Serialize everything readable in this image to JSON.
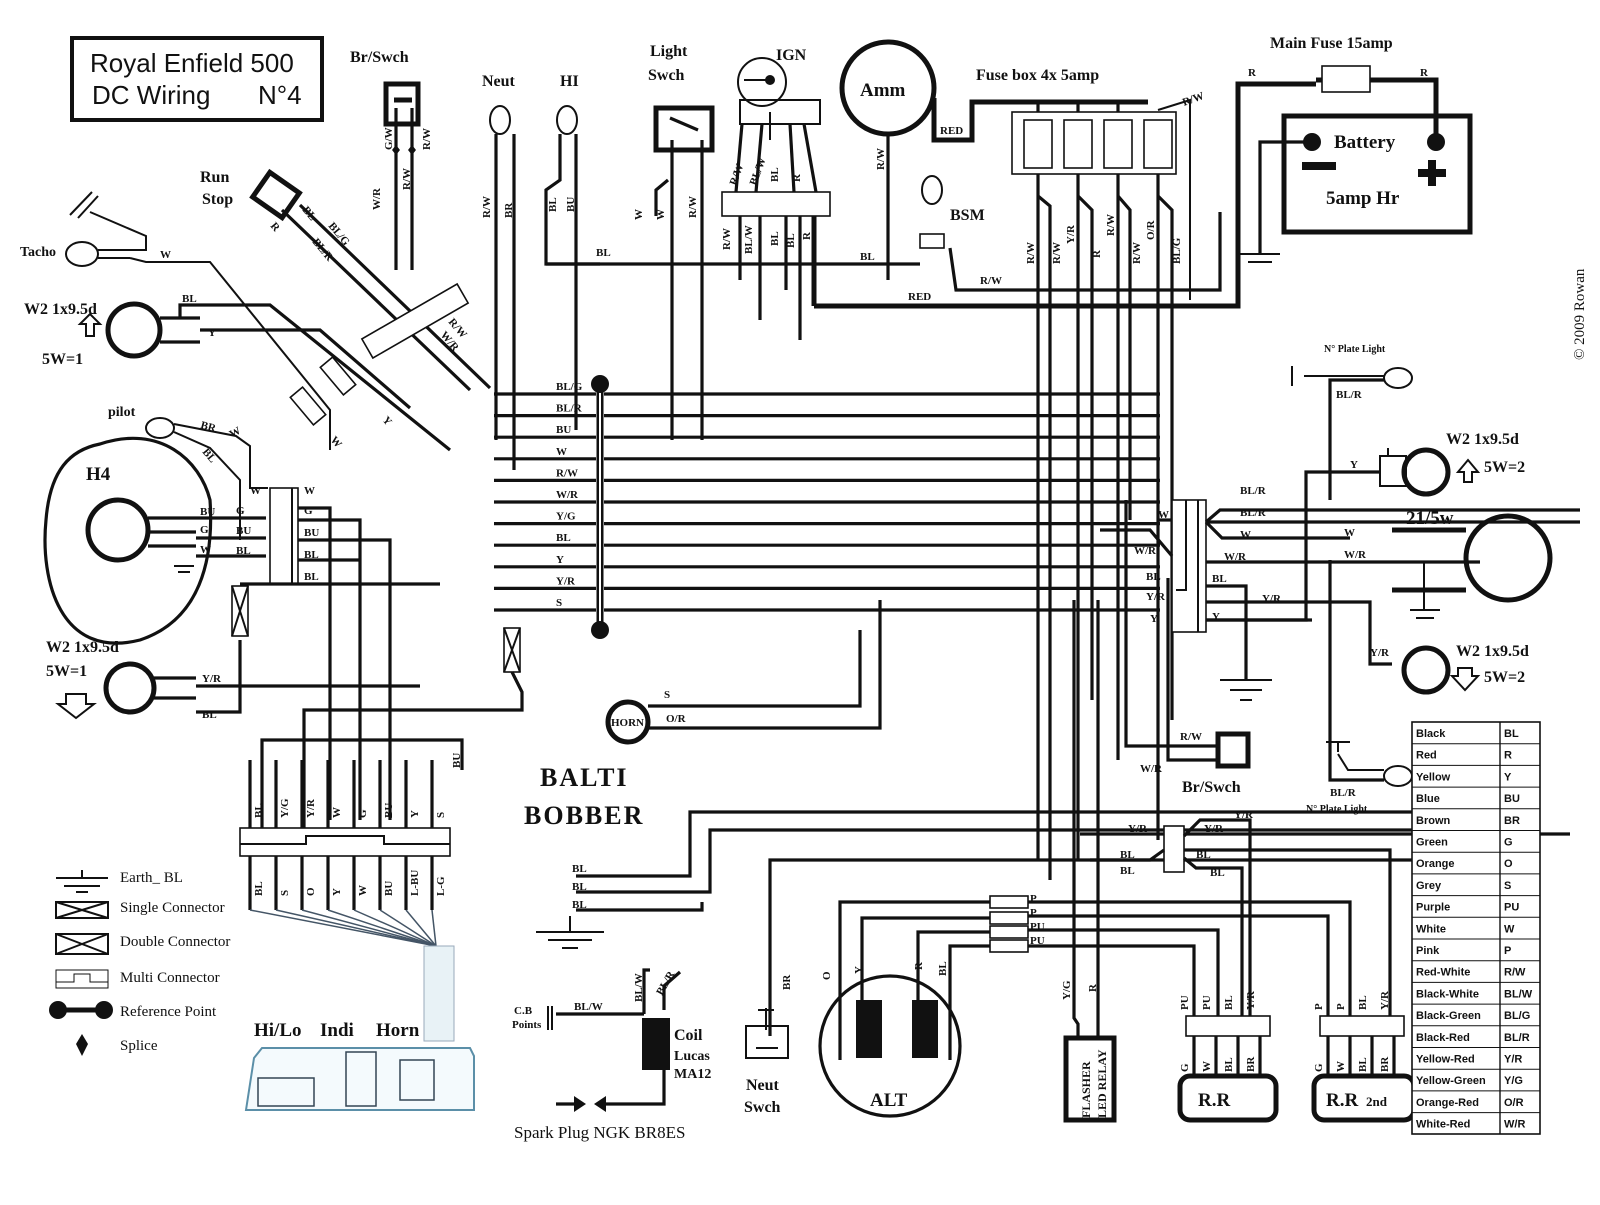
{
  "title": {
    "line1": "Royal Enfield 500",
    "line2_left": "DC Wiring",
    "line2_right": "N°4"
  },
  "watermark": "BALTI",
  "watermark2": "BOBBER",
  "copyright": "© 2009 Rowan",
  "components": {
    "br_swch_front": "Br/Swch",
    "run_stop_1": "Run",
    "run_stop_2": "Stop",
    "tacho": "Tacho",
    "w2_front_left_top": "W2 1x9.5d",
    "w2_front_left_top_rating": "5W=1",
    "pilot": "pilot",
    "h4": "H4",
    "w2_front_left_bottom": "W2 1x9.5d",
    "w2_front_left_bottom_rating": "5W=1",
    "neut": "Neut",
    "hi": "HI",
    "light_swch_1": "Light",
    "light_swch_2": "Swch",
    "ign": "IGN",
    "amm": "Amm",
    "fuse_box": "Fuse box 4x 5amp",
    "main_fuse": "Main Fuse 15amp",
    "battery": "Battery",
    "battery_capacity": "5amp Hr",
    "bsm": "BSM",
    "plate_light_top": "N° Plate Light",
    "w2_rear_right_top": "W2 1x9.5d",
    "w2_rear_right_top_rating": "5W=2",
    "tail_bulb": "21/5w",
    "w2_rear_right_bottom": "W2 1x9.5d",
    "w2_rear_right_bottom_rating": "5W=2",
    "br_swch_rear": "Br/Swch",
    "plate_light_bottom": "N° Plate Light",
    "horn": "HORN",
    "cb_points_1": "C.B",
    "cb_points_2": "Points",
    "coil_1": "Coil",
    "coil_2": "Lucas",
    "coil_3": "MA12",
    "spark_plug": "Spark Plug NGK BR8ES",
    "neut_swch_1": "Neut",
    "neut_swch_2": "Swch",
    "alt": "ALT",
    "flasher_1": "FLASHER",
    "flasher_2": "LED RELAY",
    "rr": "R.R",
    "rr2": "R.R",
    "rr2_suffix": "2nd",
    "switch_hilo": "Hi/Lo",
    "switch_indi": "Indi",
    "switch_horn": "Horn"
  },
  "reference_bus_labels": [
    "BL/G",
    "BL/R",
    "BU",
    "W",
    "R/W",
    "W/R",
    "Y/G",
    "BL",
    "Y",
    "Y/R",
    "S"
  ],
  "handlebar_connector": {
    "top": [
      "BL",
      "Y/G",
      "Y/R",
      "W",
      "G",
      "BU",
      "Y",
      "S"
    ],
    "bottom": [
      "BL",
      "S",
      "O",
      "Y",
      "W",
      "BU",
      "L-BU",
      "L-G"
    ]
  },
  "wire_labels": {
    "tacho_w": "W",
    "w2_top_bl": "BL",
    "w2_top_y": "Y",
    "pilot_br": "BR",
    "pilot_w": "W",
    "pilot_bl": "BL",
    "h4_bu": "BU",
    "h4_g": "G",
    "h4_w": "W",
    "h4c_w_l": "W",
    "h4c_g_l": "G",
    "h4c_bu_l": "BU",
    "h4c_bl_l": "BL",
    "h4c_w_r": "W",
    "h4c_g_r": "G",
    "h4c_bu_r": "BU",
    "h4c_bl_r": "BL",
    "h4c_bl_r2": "BL",
    "w2_bot_yr": "Y/R",
    "w2_bot_bl": "BL",
    "run_r": "R",
    "run_bl": "BL",
    "run_blg": "BL/G",
    "run_blr": "BL/R",
    "brs_gw": "G/W",
    "brs_rw": "R/W",
    "brs_wr": "W/R",
    "brs_rw2": "R/W",
    "conn_rw": "R/W",
    "conn_wr": "W/R",
    "conn_w": "W",
    "conn_y": "Y",
    "neut_rw": "R/W",
    "neut_br": "BR",
    "hi_bl": "BL",
    "hi_bu": "BU",
    "ls_w1": "W",
    "ls_w2": "W",
    "ls_rw": "R/W",
    "ign_rw": "R/W",
    "ign_blw": "BL/W",
    "ign_bl": "BL",
    "ign_r": "R",
    "ign2_rw": "R/W",
    "ign2_blw": "BL/W",
    "ign2_bl": "BL",
    "ign2_bl2": "BL",
    "ign2_r": "R",
    "bl_left": "BL",
    "bl_right": "BL",
    "amm_rw": "R/W",
    "amm_red": "RED",
    "red_bottom": "RED",
    "bsm_rw": "R/W",
    "fb_rw_top": "R/W",
    "fb": [
      "R/W",
      "R/W",
      "Y/R",
      "R",
      "R/W",
      "R/W",
      "O/R",
      "BL/G"
    ],
    "mf_r1": "R",
    "mf_r2": "R",
    "plate_blr": "BL/R",
    "rr_y": "Y",
    "rc_blr1": "BL/R",
    "rc_blr2": "BL/R",
    "rc_w": "W",
    "rc_wr": "W/R",
    "rc_bl": "BL",
    "rc_yr": "Y/R",
    "rc_y": "Y",
    "rcl_w": "W",
    "rcl_wr": "W/R",
    "rcl_bl": "BL",
    "rcl_yr": "Y/R",
    "rcl_y": "Y",
    "tail_w": "W",
    "tail_wr": "W/R",
    "tail_yr": "Y/R",
    "rrb_yr": "Y/R",
    "rbs_rw": "R/W",
    "rbs_wr": "W/R",
    "plate2_blr": "BL/R",
    "horn_s": "S",
    "horn_or": "O/R",
    "bu_vertical": "BU",
    "earth_bl1": "BL",
    "earth_bl2": "BL",
    "earth_bl3": "BL",
    "cb_blw": "BL/W",
    "coil_blw": "BL/W",
    "coil_blr": "BL/R",
    "neut_sw_br": "BR",
    "alt_o": "O",
    "alt_y": "Y",
    "alt_r": "R",
    "alt_bl": "BL",
    "dc_p1": "P",
    "dc_p2": "P",
    "dc_pu1": "PU",
    "dc_pu2": "PU",
    "rm_yr_l": "Y/R",
    "rm_bl_l1": "BL",
    "rm_bl_l2": "BL",
    "rm_yr_r1": "Y/R",
    "rm_yr_r2": "Y/R",
    "rm_bl_r1": "BL",
    "rm_bl_r2": "BL",
    "fl_yg": "Y/G",
    "fl_r": "R",
    "rr_top": [
      "PU",
      "PU",
      "BL",
      "Y/R"
    ],
    "rr_bot": [
      "G",
      "W",
      "BL",
      "BR"
    ],
    "rr2_top": [
      "P",
      "P",
      "BL",
      "Y/R"
    ],
    "rr2_bot": [
      "G",
      "W",
      "BL",
      "BR"
    ]
  },
  "legend": [
    {
      "symbol": "earth-icon",
      "label": "Earth_ BL"
    },
    {
      "symbol": "single-connector-icon",
      "label": "Single Connector"
    },
    {
      "symbol": "double-connector-icon",
      "label": "Double Connector"
    },
    {
      "symbol": "multi-connector-icon",
      "label": "Multi Connector"
    },
    {
      "symbol": "reference-point-icon",
      "label": "Reference Point"
    },
    {
      "symbol": "splice-icon",
      "label": "Splice"
    }
  ],
  "color_codes": [
    {
      "color": "Black",
      "code": "BL"
    },
    {
      "color": "Red",
      "code": "R"
    },
    {
      "color": "Yellow",
      "code": "Y"
    },
    {
      "color": "Blue",
      "code": "BU"
    },
    {
      "color": "Brown",
      "code": "BR"
    },
    {
      "color": "Green",
      "code": "G"
    },
    {
      "color": "Orange",
      "code": "O"
    },
    {
      "color": "Grey",
      "code": "S"
    },
    {
      "color": "Purple",
      "code": "PU"
    },
    {
      "color": "White",
      "code": "W"
    },
    {
      "color": "Pink",
      "code": "P"
    },
    {
      "color": "Red-White",
      "code": "R/W"
    },
    {
      "color": "Black-White",
      "code": "BL/W"
    },
    {
      "color": "Black-Green",
      "code": "BL/G"
    },
    {
      "color": "Black-Red",
      "code": "BL/R"
    },
    {
      "color": "Yellow-Red",
      "code": "Y/R"
    },
    {
      "color": "Yellow-Green",
      "code": "Y/G"
    },
    {
      "color": "Orange-Red",
      "code": "O/R"
    },
    {
      "color": "White-Red",
      "code": "W/R"
    }
  ]
}
